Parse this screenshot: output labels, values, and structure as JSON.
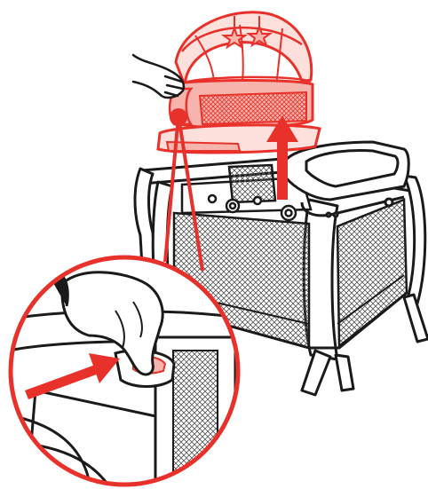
{
  "colors": {
    "accent": "#e8312a",
    "accent_fill": "#f7b4ac",
    "accent_light": "#fde0dc",
    "ink": "#1a1a1a",
    "paper": "#ffffff",
    "mesh": "#7a7a7a"
  },
  "icons": [
    "star-icon",
    "star-icon",
    "up-arrow-icon",
    "right-arrow-icon"
  ],
  "parts": {
    "bassinet": "removable-bassinet",
    "playard": "playard-frame",
    "changer": "changing-table",
    "detail": "release-handle-detail-callout"
  }
}
